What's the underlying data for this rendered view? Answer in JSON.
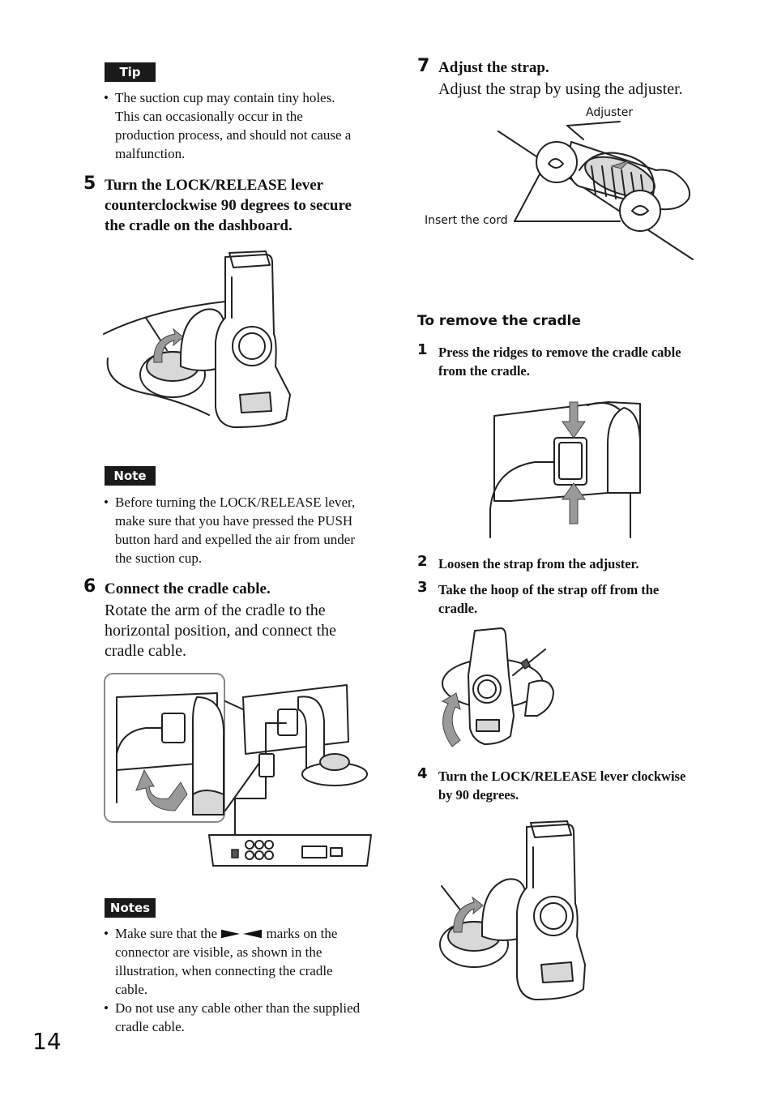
{
  "page_number": "14",
  "tip": {
    "label": "Tip",
    "lines": [
      "The suction cup may contain tiny holes.",
      "This can occasionally occur in the",
      "production process, and should not cause a",
      "malfunction."
    ]
  },
  "step5": {
    "num": "5",
    "heading_lines": [
      "Turn the LOCK/RELEASE lever",
      "counterclockwise 90 degrees to secure",
      "the cradle on the dashboard."
    ]
  },
  "note": {
    "label": "Note",
    "lines": [
      "Before turning the LOCK/RELEASE lever,",
      "make sure that you have pressed the PUSH",
      "button hard and expelled the air from under",
      "the suction cup."
    ]
  },
  "step6": {
    "num": "6",
    "heading": "Connect the cradle cable.",
    "body_lines": [
      "Rotate the arm of the cradle to the",
      "horizontal position, and connect the",
      "cradle cable."
    ]
  },
  "notes": {
    "label": "Notes",
    "item1_prefix": "Make sure that the",
    "item1_suffix": "marks on the",
    "item1_lines": [
      "connector are visible, as shown in the",
      "illustration, when connecting the cradle",
      "cable."
    ],
    "item2_lines": [
      "Do not use any cable other than the supplied",
      "cradle cable."
    ]
  },
  "step7": {
    "num": "7",
    "heading": "Adjust the strap.",
    "body": "Adjust the strap by using the adjuster.",
    "callout_adjuster": "Adjuster",
    "callout_insert": "Insert the cord"
  },
  "remove": {
    "title": "To remove the cradle",
    "s1_num": "1",
    "s1_lines": [
      "Press the ridges to remove the cradle cable",
      "from the cradle."
    ],
    "s2_num": "2",
    "s2": "Loosen the strap from the adjuster.",
    "s3_num": "3",
    "s3_lines": [
      "Take the hoop of the strap off from the",
      "cradle."
    ],
    "s4_num": "4",
    "s4_lines": [
      "Turn the LOCK/RELEASE lever clockwise",
      "by 90 degrees."
    ]
  }
}
